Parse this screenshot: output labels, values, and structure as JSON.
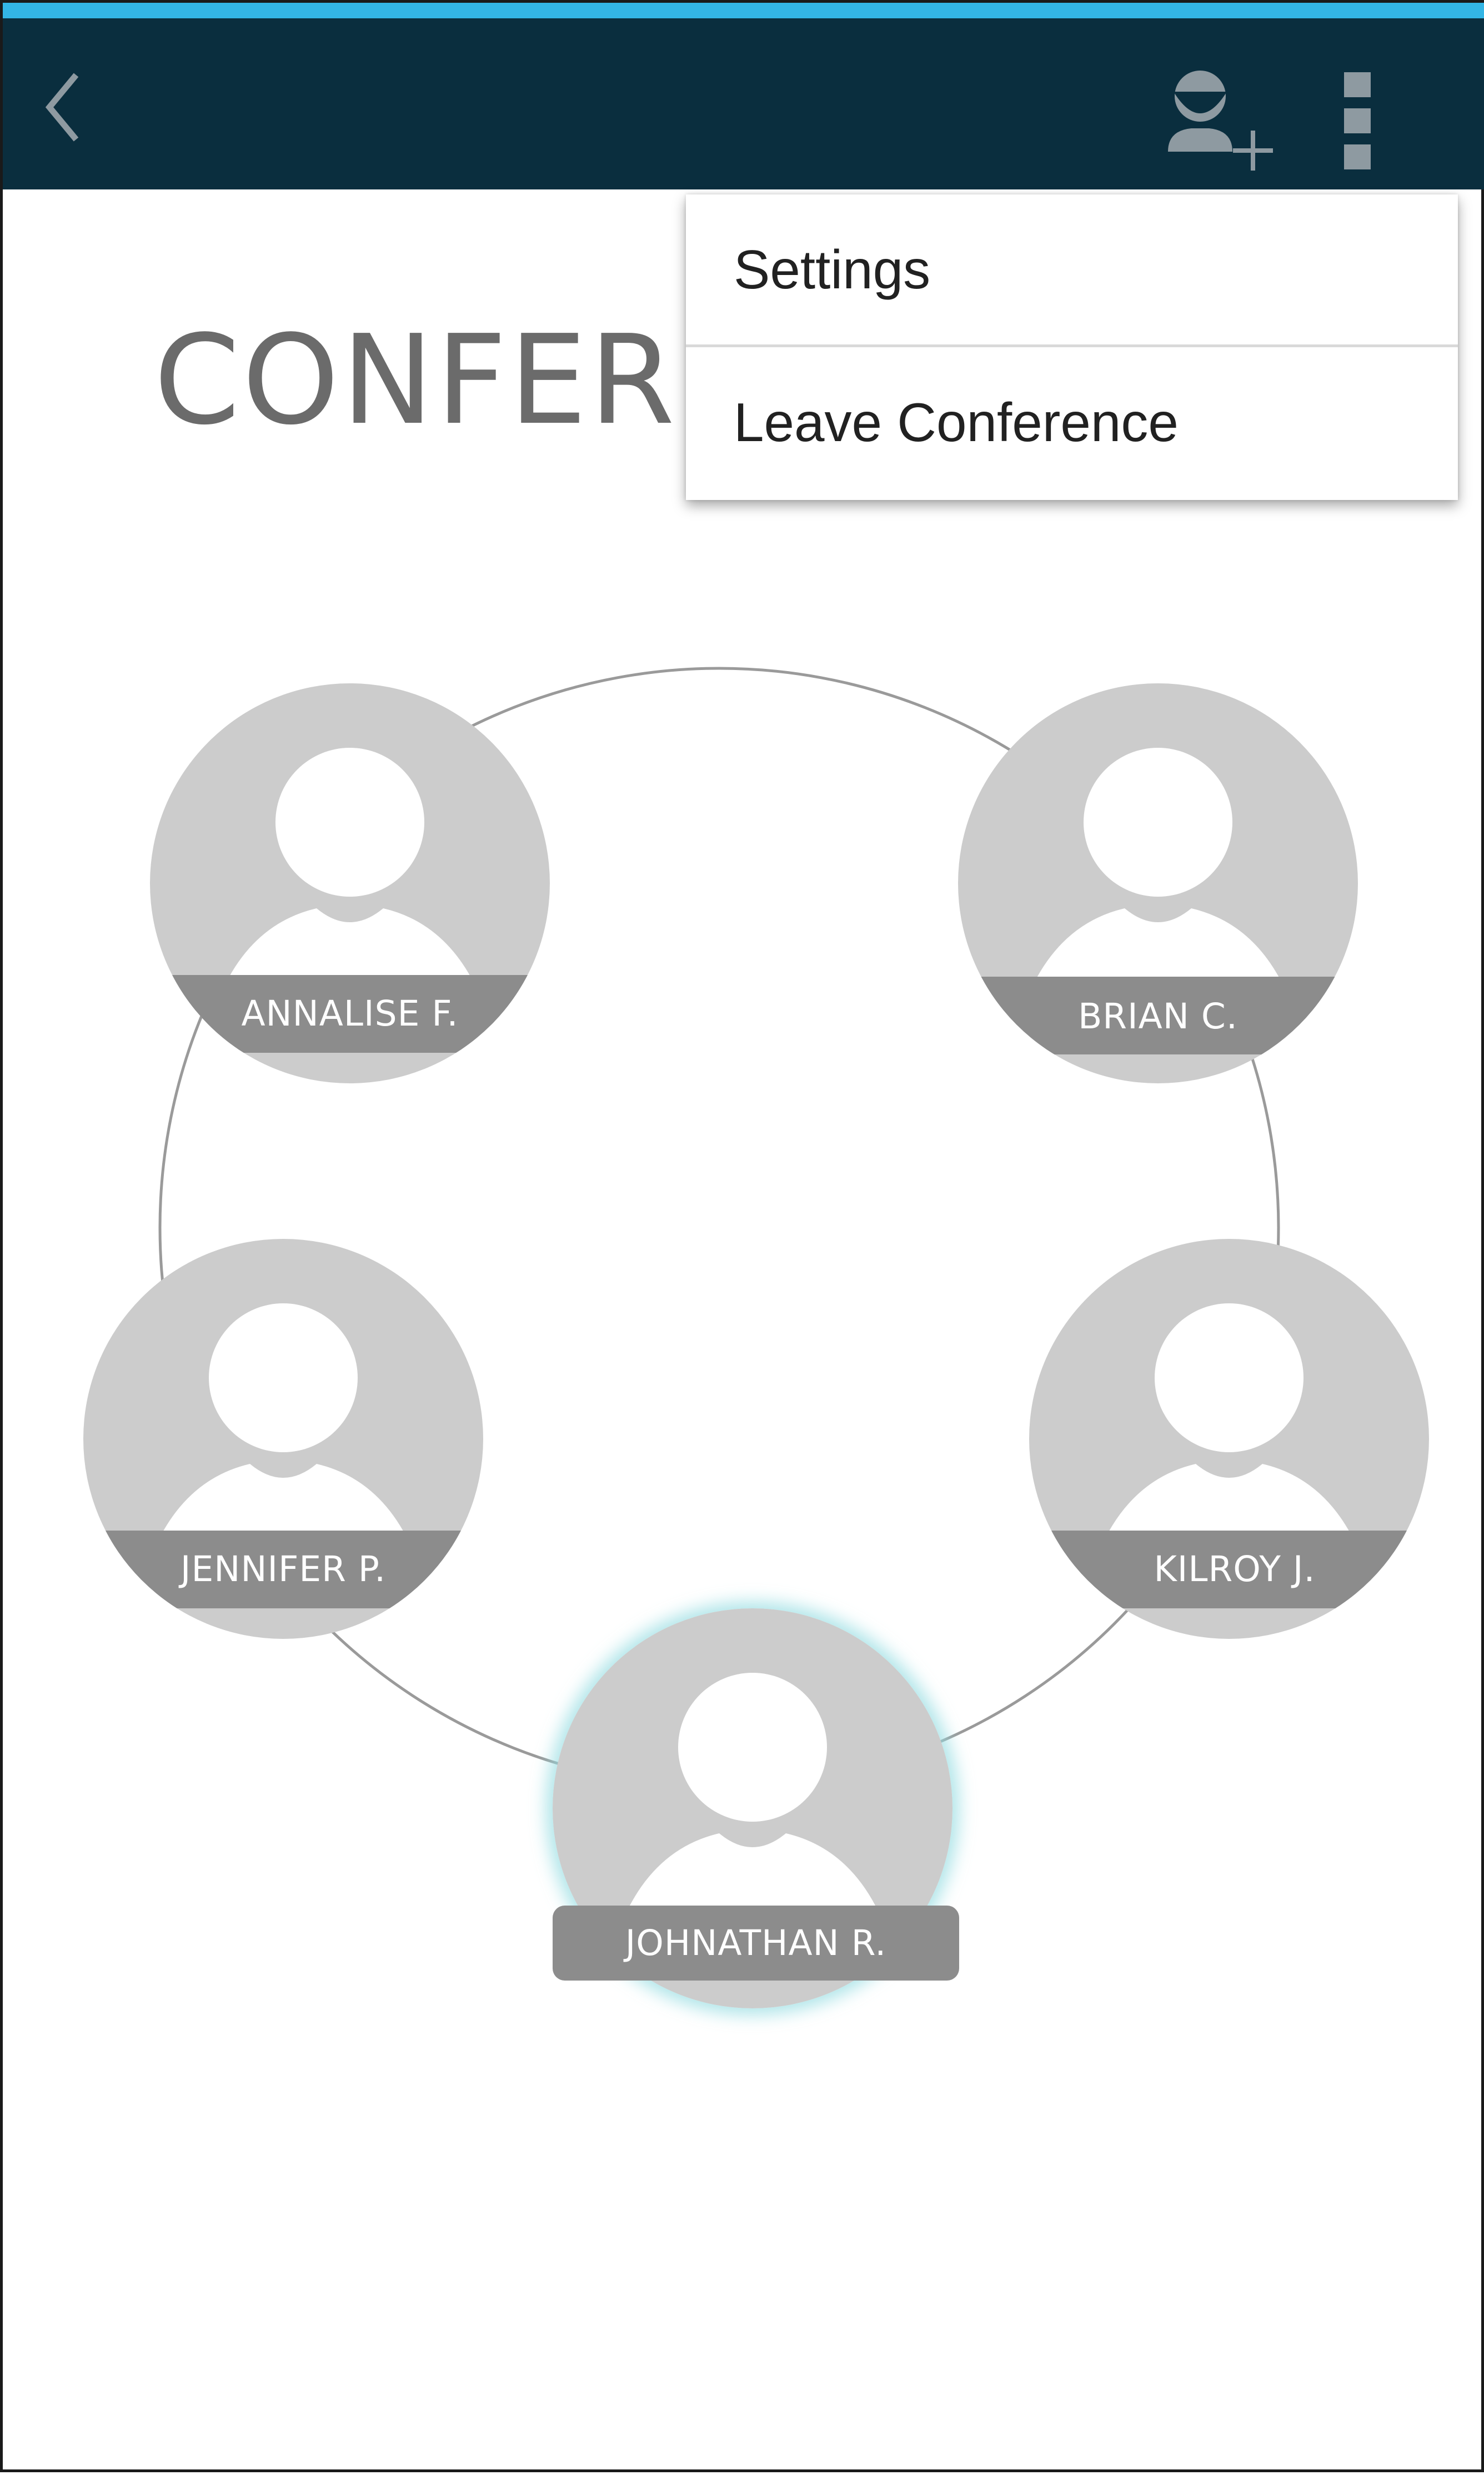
{
  "colors": {
    "status_strip": "#33b5e5",
    "app_bar": "#0a2e3e",
    "app_bar_icons": "#8e9aa1",
    "avatar_fill": "#cccccc",
    "label_band": "#8c8c8c",
    "title_text": "#6b6b6b",
    "active_glow": "#96dce1"
  },
  "app_bar": {
    "back_icon": "chevron-left-icon",
    "add_participant_icon": "person-add-icon",
    "overflow_icon": "more-vert-icon"
  },
  "page": {
    "title": "CONFERE"
  },
  "overflow_menu": {
    "items": [
      {
        "label": "Settings"
      },
      {
        "label": "Leave Conference"
      }
    ]
  },
  "participants": [
    {
      "name": "ANNALISE F.",
      "active": false
    },
    {
      "name": "BRIAN C.",
      "active": false
    },
    {
      "name": "JENNIFER P.",
      "active": false
    },
    {
      "name": "KILROY J.",
      "active": false
    },
    {
      "name": "JOHNATHAN R.",
      "active": true
    }
  ]
}
